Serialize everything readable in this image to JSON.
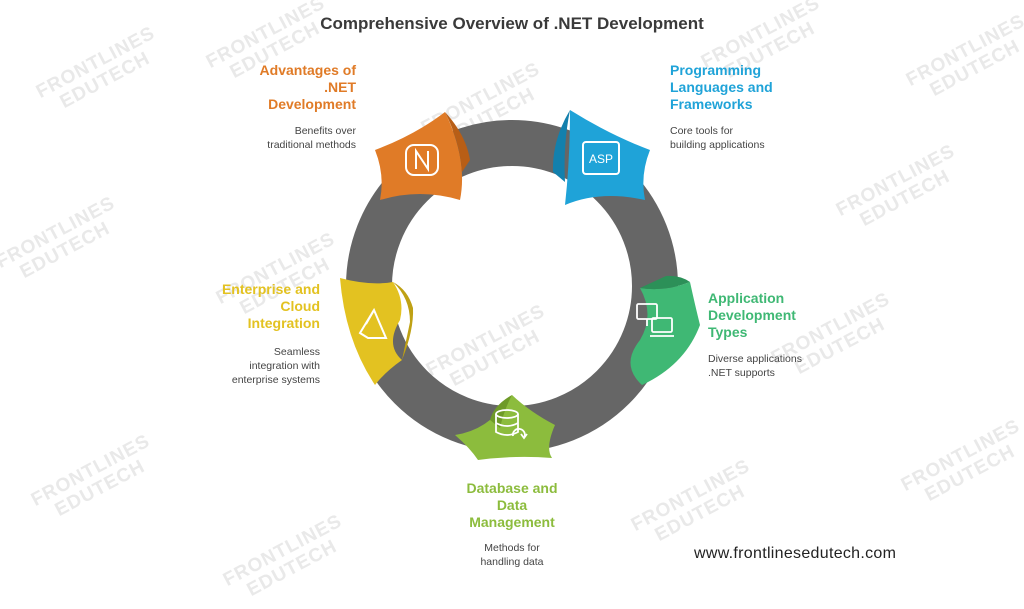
{
  "title": "Comprehensive Overview of .NET Development",
  "watermark": {
    "line1": "FRONTLINES",
    "line2": "EDUTECH"
  },
  "footer_url": "www.frontlinesedutech.com",
  "colors": {
    "ring": "#666666",
    "advantages": "#e07b27",
    "programming": "#1fa3d8",
    "application": "#3fb874",
    "database": "#8cbc3d",
    "enterprise": "#e3c221",
    "watermark": "#e9e9e9"
  },
  "nodes": {
    "advantages": {
      "label": [
        "Advantages of",
        ".NET",
        "Development"
      ],
      "desc": [
        "Benefits over",
        "traditional methods"
      ],
      "icon": "nuget-icon"
    },
    "programming": {
      "label": [
        "Programming",
        "Languages and",
        "Frameworks"
      ],
      "desc": [
        "Core tools for",
        "building applications"
      ],
      "icon": "asp-icon",
      "icon_text": "ASP"
    },
    "application": {
      "label": [
        "Application",
        "Development",
        "Types"
      ],
      "desc": [
        "Diverse applications",
        ".NET supports"
      ],
      "icon": "devices-icon"
    },
    "database": {
      "label": [
        "Database and",
        "Data",
        "Management"
      ],
      "desc": [
        "Methods for",
        "handling data"
      ],
      "icon": "database-sync-icon"
    },
    "enterprise": {
      "label": [
        "Enterprise and",
        "Cloud",
        "Integration"
      ],
      "desc": [
        "Seamless",
        "integration with",
        "enterprise systems"
      ],
      "icon": "azure-icon"
    }
  }
}
